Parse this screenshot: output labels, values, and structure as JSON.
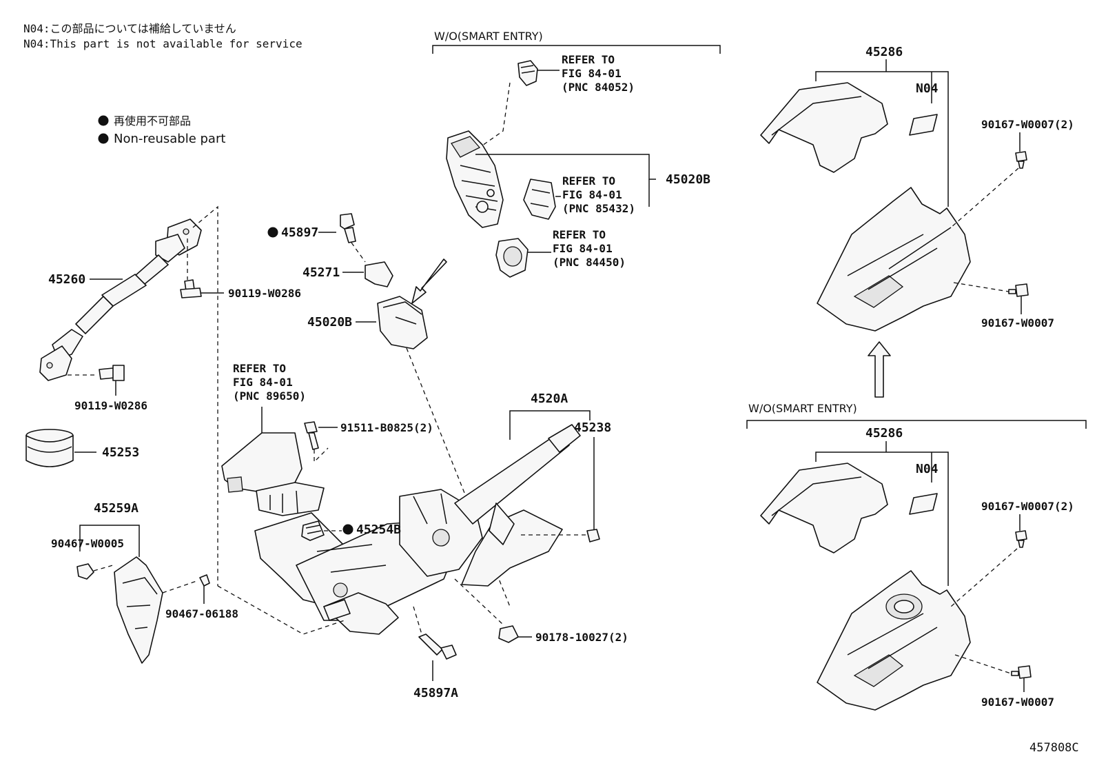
{
  "notes": {
    "n04_jp": "N04:この部品については補給していません",
    "n04_en": "N04:This part is not available for service"
  },
  "legend": {
    "jp": "再使用不可部品",
    "en": "Non-reusable part"
  },
  "sections": {
    "top_center": "W/O(SMART ENTRY)",
    "right_lower": "W/O(SMART ENTRY)"
  },
  "refs": {
    "r84052": [
      "REFER TO",
      "FIG 84-01",
      "(PNC 84052)"
    ],
    "r85432": [
      "REFER TO",
      "FIG 84-01",
      "(PNC 85432)"
    ],
    "r84450": [
      "REFER TO",
      "FIG 84-01",
      "(PNC 84450)"
    ],
    "r89650": [
      "REFER TO",
      "FIG 84-01",
      "(PNC 89650)"
    ]
  },
  "parts": {
    "p45020B_top": "45020B",
    "p45897": "45897",
    "p45271": "45271",
    "p45020B": "45020B",
    "p45260": "45260",
    "p90119_a": "90119-W0286",
    "p90119_b": "90119-W0286",
    "p45253": "45253",
    "p45259A": "45259A",
    "p90467_w": "90467-W0005",
    "p90467_06": "90467-06188",
    "p91511": "91511-B0825(2)",
    "p4520A": "4520A",
    "p45238": "45238",
    "p45254B": "45254B",
    "p90178": "90178-10027(2)",
    "p45897A": "45897A",
    "p45286_top": "45286",
    "p45286_bot": "45286",
    "n04_top": "N04",
    "n04_bot": "N04",
    "p90167_2_top": "90167-W0007(2)",
    "p90167_top": "90167-W0007",
    "p90167_2_bot": "90167-W0007(2)",
    "p90167_bot": "90167-W0007"
  },
  "figure_id": "457808C"
}
